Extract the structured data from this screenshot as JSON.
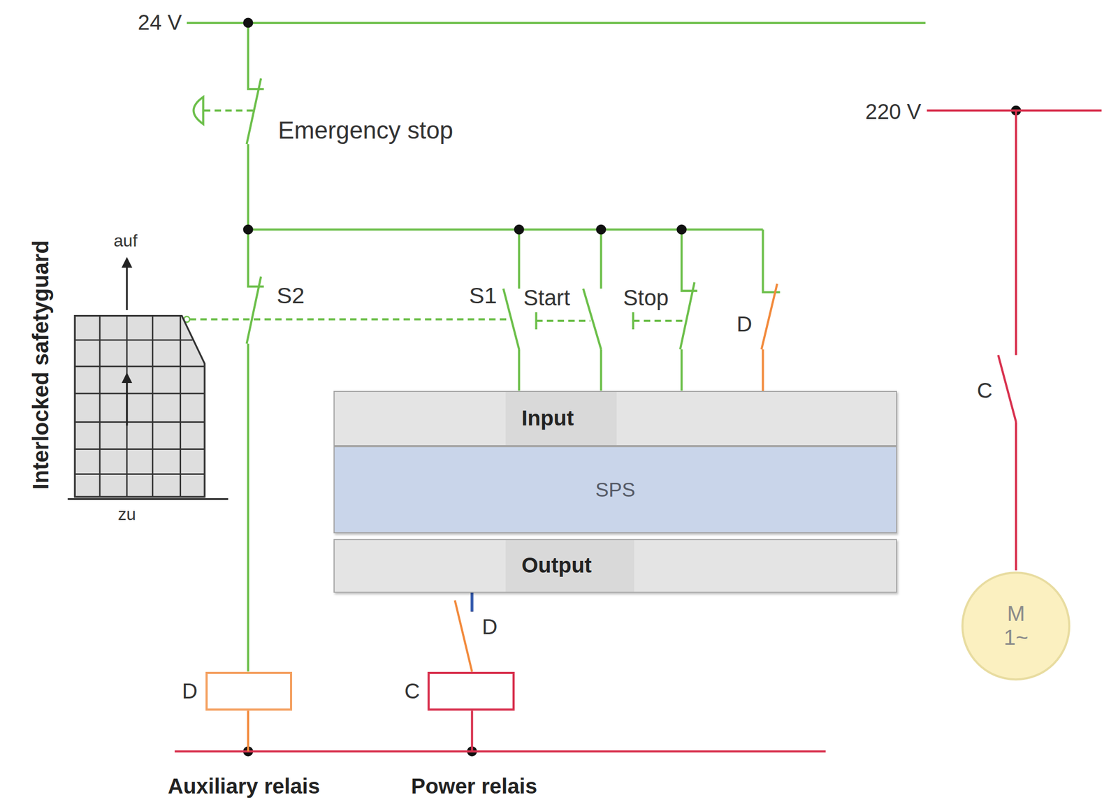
{
  "diagram": {
    "nodes": [
      {
        "text": [
          "Input"
        ]
      },
      {
        "text": [
          "SPS"
        ]
      },
      {
        "text": [
          "Output"
        ]
      },
      {
        "text": [
          "D"
        ]
      },
      {
        "text": [
          "C"
        ]
      },
      {
        "text": [
          "M",
          "1~"
        ]
      }
    ],
    "edges": [
      {
        "from": 2,
        "to": 4,
        "arrow": "none"
      }
    ],
    "labels": [
      "24 V",
      "Emergency stop",
      "220 V",
      "auf",
      "Interlocked safetyguard",
      "S2",
      "S1",
      "Start",
      "Stop",
      "D",
      "C",
      "zu",
      "D",
      "Auxiliary relais",
      "Power relais"
    ]
  }
}
